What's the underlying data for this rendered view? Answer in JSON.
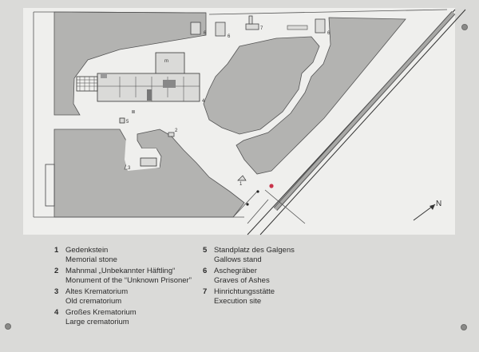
{
  "map": {
    "markers": [
      "1",
      "2",
      "3",
      "4",
      "5",
      "6",
      "6",
      "6",
      "7"
    ],
    "marker_m": "m",
    "north_label": "N",
    "colors": {
      "background": "#dadad8",
      "ground": "#eeeeec",
      "terrain": "#b3b3b1",
      "outline": "#555555",
      "position_dot": "#c8334a"
    }
  },
  "legend": [
    {
      "number": "1",
      "de": "Gedenkstein",
      "en": "Memorial stone"
    },
    {
      "number": "2",
      "de": "Mahnmal „Unbekannter Häftling“",
      "en": "Monument of the “Unknown Prisoner”"
    },
    {
      "number": "3",
      "de": "Altes Krematorium",
      "en": "Old crematorium"
    },
    {
      "number": "4",
      "de": "Großes Krematorium",
      "en": "Large crematorium"
    },
    {
      "number": "5",
      "de": "Standplatz des Galgens",
      "en": "Gallows stand"
    },
    {
      "number": "6",
      "de": "Aschegräber",
      "en": "Graves of Ashes"
    },
    {
      "number": "7",
      "de": "Hinrichtungsstätte",
      "en": "Execution site"
    }
  ]
}
